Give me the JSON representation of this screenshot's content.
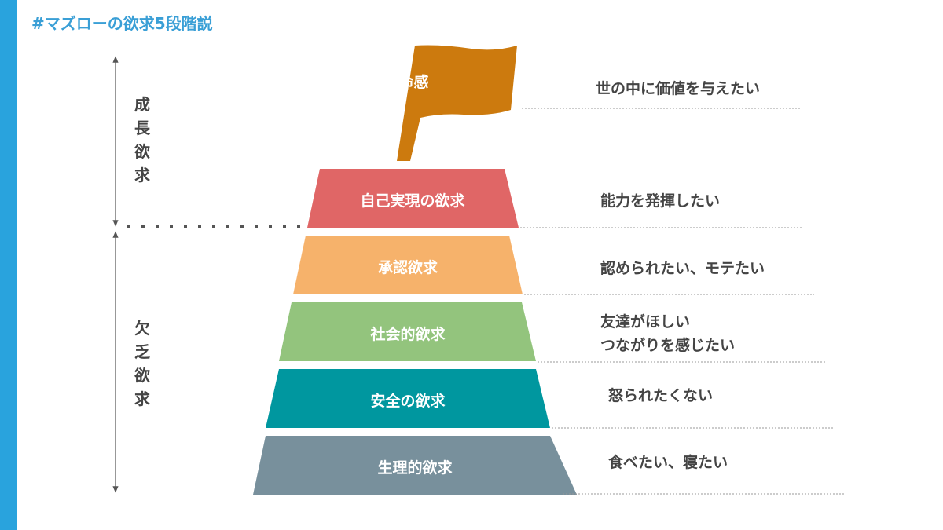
{
  "title": "#マズローの欲求5段階説",
  "colors": {
    "accent": "#29a3dd",
    "flag": "#cc7a0e",
    "self_actualization": "#e06666",
    "esteem": "#f6b26b",
    "social": "#93c47d",
    "safety": "#00979f",
    "physiological": "#78909c"
  },
  "groups": {
    "growth": "成長欲求",
    "deficiency": "欠乏欲求"
  },
  "flag": {
    "label": "使命感",
    "desc": "世の中に価値を与えたい"
  },
  "levels": [
    {
      "label": "自己実現の欲求",
      "desc": [
        "能力を発揮したい"
      ]
    },
    {
      "label": "承認欲求",
      "desc": [
        "認められたい、モテたい"
      ]
    },
    {
      "label": "社会的欲求",
      "desc": [
        "友達がほしい",
        "つながりを感じたい"
      ]
    },
    {
      "label": "安全の欲求",
      "desc": [
        "怒られたくない"
      ]
    },
    {
      "label": "生理的欲求",
      "desc": [
        "食べたい、寝たい"
      ]
    }
  ]
}
